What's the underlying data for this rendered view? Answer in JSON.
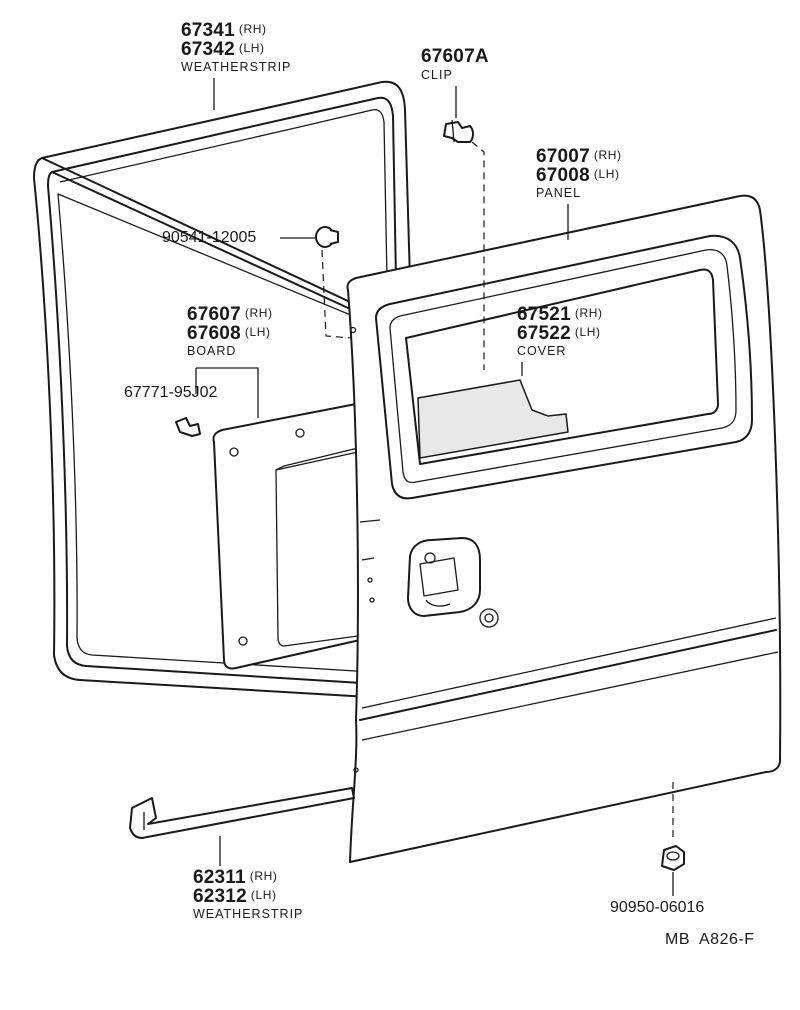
{
  "labels": {
    "weatherstrip_upper": {
      "pn_rh": "67341",
      "side_rh": "(RH)",
      "pn_lh": "67342",
      "side_lh": "(LH)",
      "name": "WEATHERSTRIP"
    },
    "clip": {
      "pn": "67607A",
      "name": "CLIP"
    },
    "panel": {
      "pn_rh": "67007",
      "side_rh": "(RH)",
      "pn_lh": "67008",
      "side_lh": "(LH)",
      "name": "PANEL"
    },
    "grommet": {
      "pn": "90541-12005"
    },
    "board": {
      "pn_rh": "67607",
      "side_rh": "(RH)",
      "pn_lh": "67608",
      "side_lh": "(LH)",
      "name": "BOARD"
    },
    "cover": {
      "pn_rh": "67521",
      "side_rh": "(RH)",
      "pn_lh": "67522",
      "side_lh": "(LH)",
      "name": "COVER"
    },
    "board_clip": {
      "pn": "67771-95J02"
    },
    "weatherstrip_lower": {
      "pn_rh": "62311",
      "side_rh": "(RH)",
      "pn_lh": "62312",
      "side_lh": "(LH)",
      "name": "WEATHERSTRIP"
    },
    "nut": {
      "pn": "90950-06016"
    },
    "ref": {
      "code": "MB  A826-F"
    }
  }
}
